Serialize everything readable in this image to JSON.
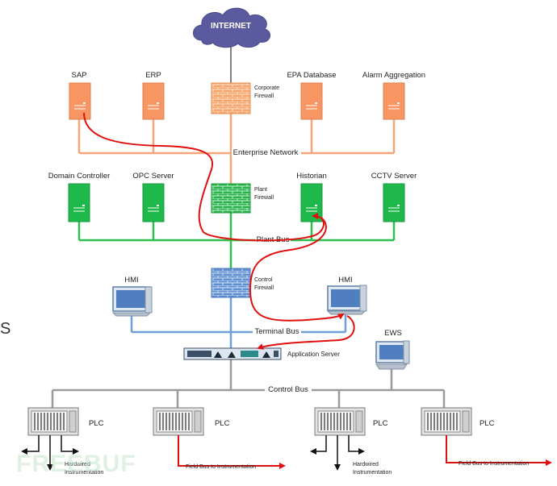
{
  "cloud": {
    "label": "INTERNET"
  },
  "servers": {
    "sap": "SAP",
    "erp": "ERP",
    "epa": "EPA Database",
    "alarm": "Alarm Aggregation",
    "domain_controller": "Domain Controller",
    "opc": "OPC Server",
    "historian": "Historian",
    "cctv": "CCTV Server"
  },
  "firewalls": {
    "corporate": [
      "Corporate",
      "Firewall"
    ],
    "plant": [
      "Plant",
      "Firewall"
    ],
    "control": [
      "Control",
      "Firewall"
    ]
  },
  "buses": {
    "enterprise": "Enterprise Network",
    "plant": "Plant Bus",
    "terminal": "Terminal Bus",
    "control": "Control Bus"
  },
  "hmi": {
    "left": "HMI",
    "right": "HMI"
  },
  "ews": "EWS",
  "app_server": "Application Server",
  "plcs": [
    "PLC",
    "PLC",
    "PLC",
    "PLC"
  ],
  "instrumentation": {
    "hardwired": [
      "Hardwired",
      "Instrumentation"
    ],
    "fieldbus": "Field Bus to Instrumentation"
  },
  "edge_letter": "S",
  "watermark": "FREEBUF",
  "colors": {
    "enterprise": "#f4a57a",
    "plant": "#2fbf4f",
    "terminal": "#6f9fd8",
    "control": "#9a9a9a",
    "attack": "#e01010",
    "cloud": "#5b5a9e"
  }
}
